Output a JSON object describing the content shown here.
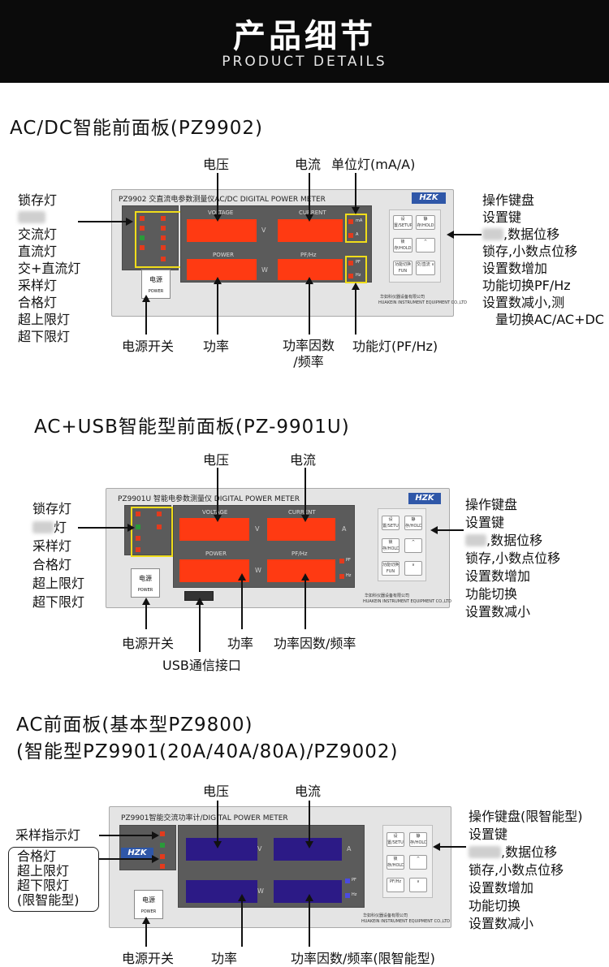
{
  "header": {
    "title": "产品细节",
    "subtitle": "PRODUCT DETAILS"
  },
  "section1": {
    "title": "AC/DC智能前面板(PZ9902)",
    "top_labels": {
      "voltage": "电压",
      "current": "电流",
      "unit_lamp": "单位灯(mA/A)"
    },
    "left_labels": [
      "锁存灯",
      "交流灯",
      "直流灯",
      "交+直流灯",
      "采样灯",
      "合格灯",
      "超上限灯",
      "超下限灯"
    ],
    "right_labels": [
      "操作键盘",
      "设置键",
      ",数据位移",
      "锁存,小数点位移",
      "设置数增加",
      "功能切换PF/Hz",
      "设置数减小,测",
      "量切换AC/AC+DC"
    ],
    "bottom_labels": {
      "power_switch": "电源开关",
      "power": "功率",
      "pf_freq_1": "功率因数",
      "pf_freq_2": "/频率",
      "func_lamp": "功能灯(PF/Hz)"
    },
    "panel": {
      "title": "PZ9902 交直流电参数测量仪AC/DC DIGITAL POWER METER",
      "brand": "HZK",
      "disp_voltage": "VOLTAGE",
      "disp_current": "CURRENT",
      "disp_power": "POWER",
      "disp_pf": "PF/Hz",
      "unit_v": "V",
      "unit_w": "W",
      "unit_ma": "mA",
      "unit_a": "A",
      "unit_pf": "PF",
      "unit_hz": "Hz",
      "power_btn": "电源",
      "power_sub": "POWER",
      "footer_cn": "华如科仪器设备有限公司",
      "footer_en": "HUAKEIN INSTRUMENT EQUIPMENT CO.,LTD",
      "keys": [
        "设置/SETUP",
        "静存/HOLD ◀",
        "锁存/HOLD ▸",
        "^",
        "功能切换 FUN",
        "交/直流 ∨"
      ]
    }
  },
  "section2": {
    "title": "AC+USB智能型前面板(PZ-9901U)",
    "top_labels": {
      "voltage": "电压",
      "current": "电流"
    },
    "left_labels": [
      "锁存灯",
      "灯",
      "采样灯",
      "合格灯",
      "超上限灯",
      "超下限灯"
    ],
    "right_labels": [
      "操作键盘",
      "设置键",
      ",数据位移",
      "锁存,小数点位移",
      "设置数增加",
      "功能切换",
      "设置数减小"
    ],
    "bottom_labels": {
      "power_switch": "电源开关",
      "power": "功率",
      "pf_freq": "功率因数/频率",
      "usb": "USB通信接口"
    },
    "panel": {
      "title": "PZ9901U 智能电参数测量仪 DIGITAL POWER METER",
      "brand": "HZK",
      "disp_voltage": "VOLTAGE",
      "disp_current": "CURRENT",
      "disp_power": "POWER",
      "disp_pf": "PF/Hz",
      "unit_v": "V",
      "unit_a": "A",
      "unit_w": "W",
      "unit_pf": "PF",
      "unit_hz": "Hz",
      "power_btn": "电源",
      "power_sub": "POWER",
      "footer_cn": "华如科仪器设备有限公司",
      "footer_en": "HUAKEIN INSTRUMENT EQUIPMENT CO.,LTD",
      "keys": [
        "设置/SETUP",
        "静存/HOLD ◀",
        "锁存/HOLD",
        "^",
        "功能切换 FUN",
        "∨"
      ]
    }
  },
  "section3": {
    "title_line1": "AC前面板(基本型PZ9800)",
    "title_line2": "(智能型PZ9901(20A/40A/80A)/PZ9002)",
    "top_labels": {
      "voltage": "电压",
      "current": "电流"
    },
    "left_labels": [
      "采样指示灯",
      "合格灯",
      "超上限灯",
      "超下限灯",
      "(限智能型)"
    ],
    "right_labels": [
      "操作键盘(限智能型)",
      "设置键",
      ",数据位移",
      "锁存,小数点位移",
      "设置数增加",
      "功能切换",
      "设置数减小"
    ],
    "bottom_labels": {
      "power_switch": "电源开关",
      "power": "功率",
      "pf_freq": "功率因数/频率(限智能型)"
    },
    "panel": {
      "title": "PZ9901智能交流功率计/DIGITAL POWER METER",
      "brand": "HZK",
      "unit_v": "V",
      "unit_a": "A",
      "unit_w": "W",
      "unit_pf": "PF",
      "unit_hz": "Hz",
      "power_btn": "电源",
      "power_sub": "POWER",
      "footer_cn": "华如科仪器设备有限公司",
      "footer_en": "HUAKEIN INSTRUMENT EQUIPMENT CO.,LTD",
      "keys": [
        "设置/SETUP",
        "静存/HOLD",
        "锁存/HOLD",
        "^",
        "PF/Hz",
        "∨"
      ]
    }
  }
}
